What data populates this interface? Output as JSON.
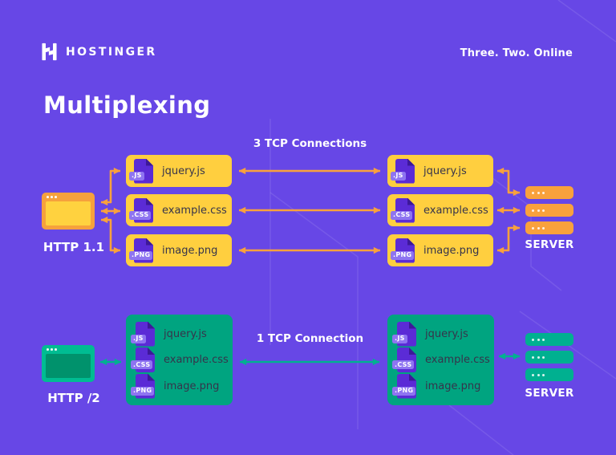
{
  "header": {
    "brand": "HOSTINGER",
    "tagline": "Three. Two. Online"
  },
  "title": "Multiplexing",
  "diagram": {
    "top": {
      "connection_label": "3 TCP Connections",
      "client_label": "HTTP 1.1",
      "server_label": "SERVER",
      "files": [
        {
          "ext": ".JS",
          "name": "jquery.js"
        },
        {
          "ext": ".CSS",
          "name": "example.css"
        },
        {
          "ext": ".PNG",
          "name": "image.png"
        }
      ]
    },
    "bottom": {
      "connection_label": "1 TCP Connection",
      "client_label": "HTTP /2",
      "server_label": "SERVER",
      "files": [
        {
          "ext": ".JS",
          "name": "jquery.js"
        },
        {
          "ext": ".CSS",
          "name": "example.css"
        },
        {
          "ext": ".PNG",
          "name": "image.png"
        }
      ]
    }
  },
  "colors": {
    "background": "#6747E6",
    "card_yellow": "#FFCF3F",
    "orange": "#F9A13C",
    "green": "#00B090",
    "green_box": "#00A480",
    "file_icon_purple": "#5B2BD6",
    "badge_purple": "#8E74F1",
    "text_dark": "#36344B",
    "text_light": "#FFFFFF"
  }
}
